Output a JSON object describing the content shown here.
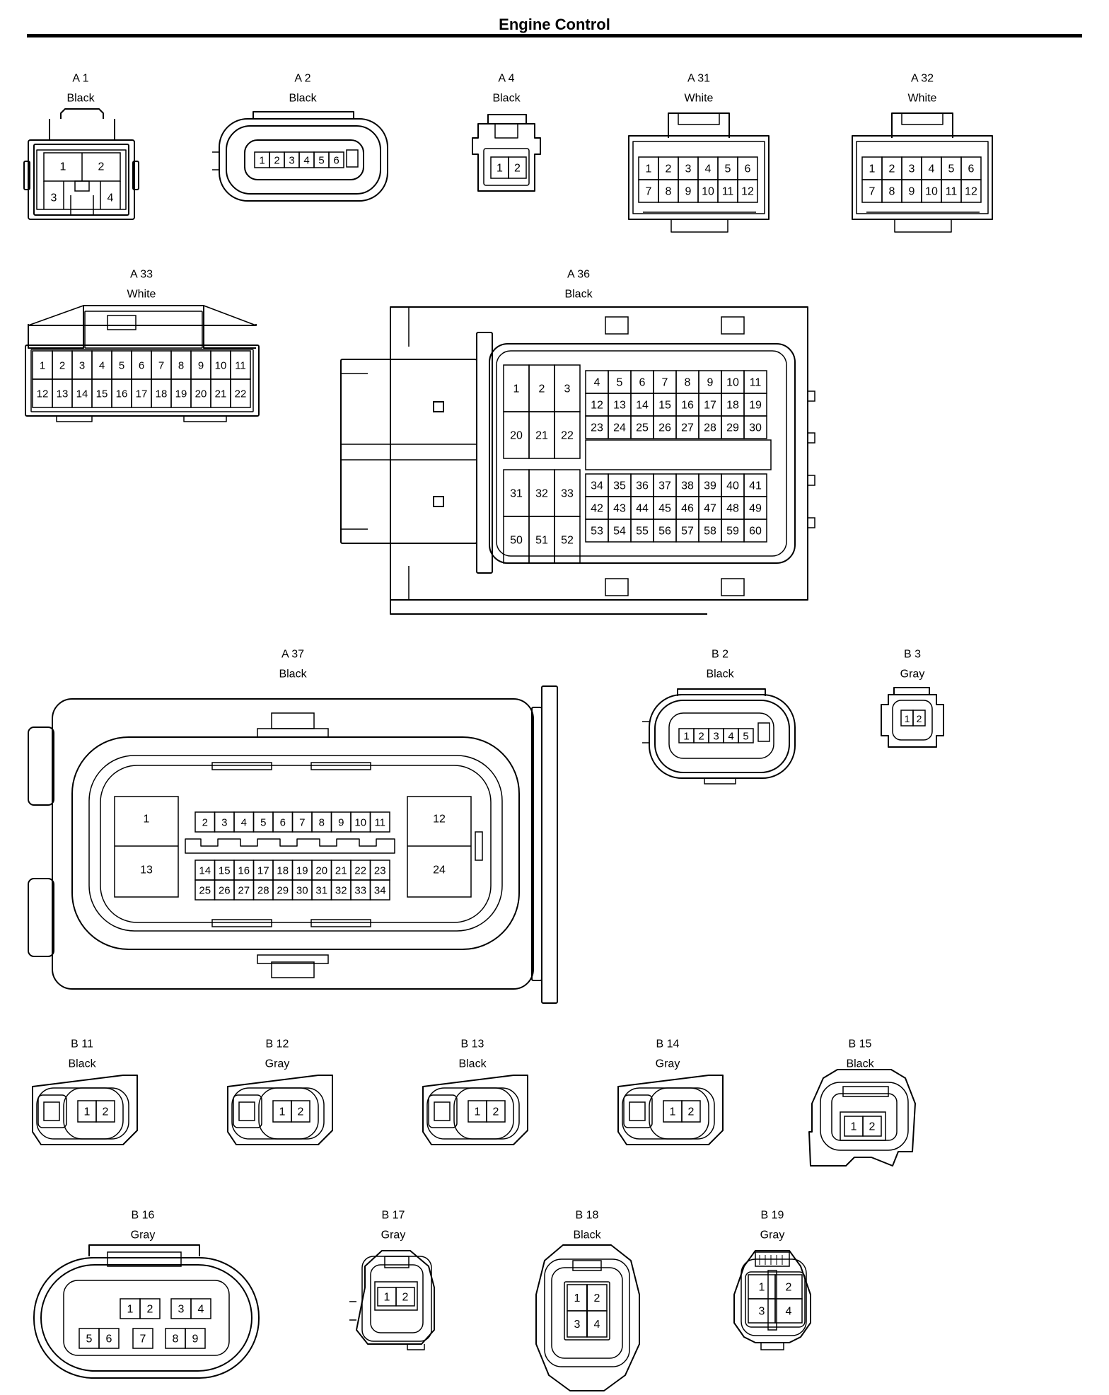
{
  "title": "Engine Control",
  "connectors": [
    {
      "id": "A 1",
      "color": "Black",
      "pins": [
        "1",
        "2",
        "3",
        "4"
      ]
    },
    {
      "id": "A 2",
      "color": "Black",
      "pins": [
        "1",
        "2",
        "3",
        "4",
        "5",
        "6"
      ]
    },
    {
      "id": "A 4",
      "color": "Black",
      "pins": [
        "1",
        "2"
      ]
    },
    {
      "id": "A 31",
      "color": "White",
      "pins": [
        "1",
        "2",
        "3",
        "4",
        "5",
        "6",
        "7",
        "8",
        "9",
        "10",
        "11",
        "12"
      ]
    },
    {
      "id": "A 32",
      "color": "White",
      "pins": [
        "1",
        "2",
        "3",
        "4",
        "5",
        "6",
        "7",
        "8",
        "9",
        "10",
        "11",
        "12"
      ]
    },
    {
      "id": "A 33",
      "color": "White",
      "pins": [
        "1",
        "2",
        "3",
        "4",
        "5",
        "6",
        "7",
        "8",
        "9",
        "10",
        "11",
        "12",
        "13",
        "14",
        "15",
        "16",
        "17",
        "18",
        "19",
        "20",
        "21",
        "22"
      ]
    },
    {
      "id": "A 36",
      "color": "Black",
      "pins": [
        "1",
        "2",
        "3",
        "20",
        "21",
        "22",
        "4",
        "5",
        "6",
        "7",
        "8",
        "9",
        "10",
        "11",
        "12",
        "13",
        "14",
        "15",
        "16",
        "17",
        "18",
        "19",
        "23",
        "24",
        "25",
        "26",
        "27",
        "28",
        "29",
        "30",
        "31",
        "32",
        "33",
        "50",
        "51",
        "52",
        "34",
        "35",
        "36",
        "37",
        "38",
        "39",
        "40",
        "41",
        "42",
        "43",
        "44",
        "45",
        "46",
        "47",
        "48",
        "49",
        "53",
        "54",
        "55",
        "56",
        "57",
        "58",
        "59",
        "60"
      ]
    },
    {
      "id": "A 37",
      "color": "Black",
      "pins": [
        "1",
        "13",
        "2",
        "3",
        "4",
        "5",
        "6",
        "7",
        "8",
        "9",
        "10",
        "11",
        "14",
        "15",
        "16",
        "17",
        "18",
        "19",
        "20",
        "21",
        "22",
        "23",
        "25",
        "26",
        "27",
        "28",
        "29",
        "30",
        "31",
        "32",
        "33",
        "34",
        "12",
        "24"
      ]
    },
    {
      "id": "B 2",
      "color": "Black",
      "pins": [
        "1",
        "2",
        "3",
        "4",
        "5"
      ]
    },
    {
      "id": "B 3",
      "color": "Gray",
      "pins": [
        "1",
        "2"
      ]
    },
    {
      "id": "B 11",
      "color": "Black",
      "pins": [
        "1",
        "2"
      ]
    },
    {
      "id": "B 12",
      "color": "Gray",
      "pins": [
        "1",
        "2"
      ]
    },
    {
      "id": "B 13",
      "color": "Black",
      "pins": [
        "1",
        "2"
      ]
    },
    {
      "id": "B 14",
      "color": "Gray",
      "pins": [
        "1",
        "2"
      ]
    },
    {
      "id": "B 15",
      "color": "Black",
      "pins": [
        "1",
        "2"
      ]
    },
    {
      "id": "B 16",
      "color": "Gray",
      "pins": [
        "1",
        "2",
        "3",
        "4",
        "5",
        "6",
        "7",
        "8",
        "9"
      ]
    },
    {
      "id": "B 17",
      "color": "Gray",
      "pins": [
        "1",
        "2"
      ]
    },
    {
      "id": "B 18",
      "color": "Black",
      "pins": [
        "1",
        "2",
        "3",
        "4"
      ]
    },
    {
      "id": "B 19",
      "color": "Gray",
      "pins": [
        "1",
        "2",
        "3",
        "4"
      ]
    }
  ]
}
